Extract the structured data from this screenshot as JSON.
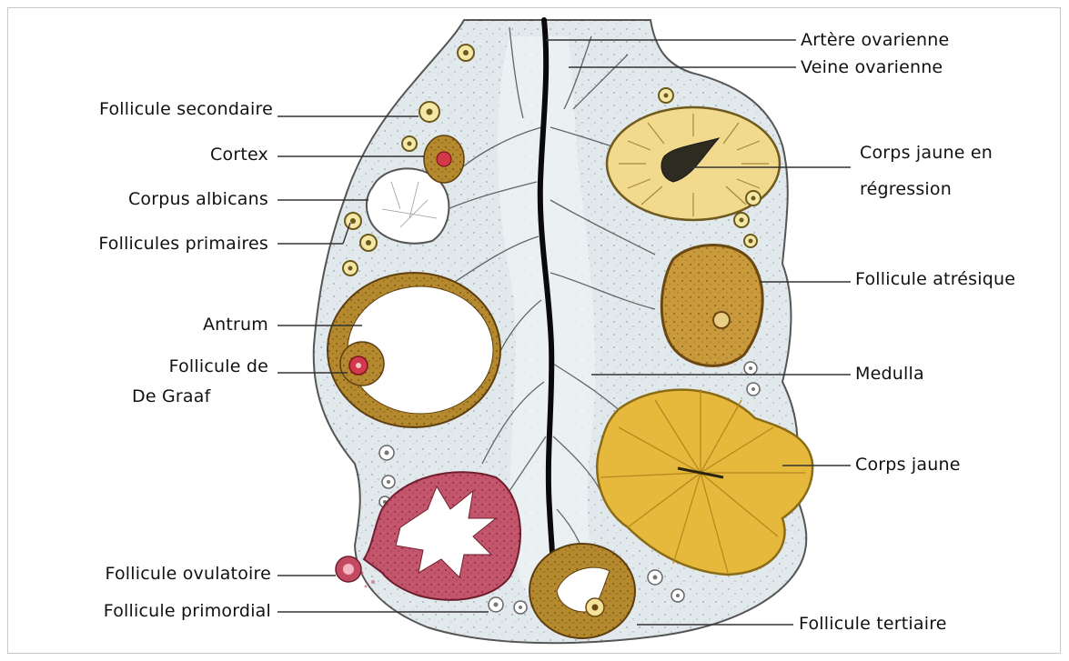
{
  "labels_left": {
    "follicule_secondaire": "Follicule secondaire",
    "cortex": "Cortex",
    "corpus_albicans": "Corpus albicans",
    "follicules_primaires": "Follicules primaires",
    "antrum": "Antrum",
    "follicule_de_graaf_line1": "Follicule de",
    "follicule_de_graaf_line2": "De Graaf",
    "follicule_ovulatoire": "Follicule ovulatoire",
    "follicule_primordial": "Follicule primordial"
  },
  "labels_right": {
    "artere_ovarienne": "Artère ovarienne",
    "veine_ovarienne": "Veine ovarienne",
    "corps_jaune_regression_line1": "Corps jaune en",
    "corps_jaune_regression_line2": "régression",
    "follicule_atresique": "Follicule atrésique",
    "medulla": "Medulla",
    "corps_jaune": "Corps jaune",
    "follicule_tertiaire": "Follicule tertiaire"
  },
  "colors": {
    "tissue": "#dfe6ea",
    "outline": "#4a4a4a",
    "vessel": "#0a0a0a",
    "corpus_luteum": "#e9c34e",
    "corpus_luteum_dark": "#b58a1e",
    "regression": "#f0d98a",
    "follicle_wall": "#b07a2a",
    "ovulatory": "#c24a63",
    "oocyte": "#d6273a"
  }
}
